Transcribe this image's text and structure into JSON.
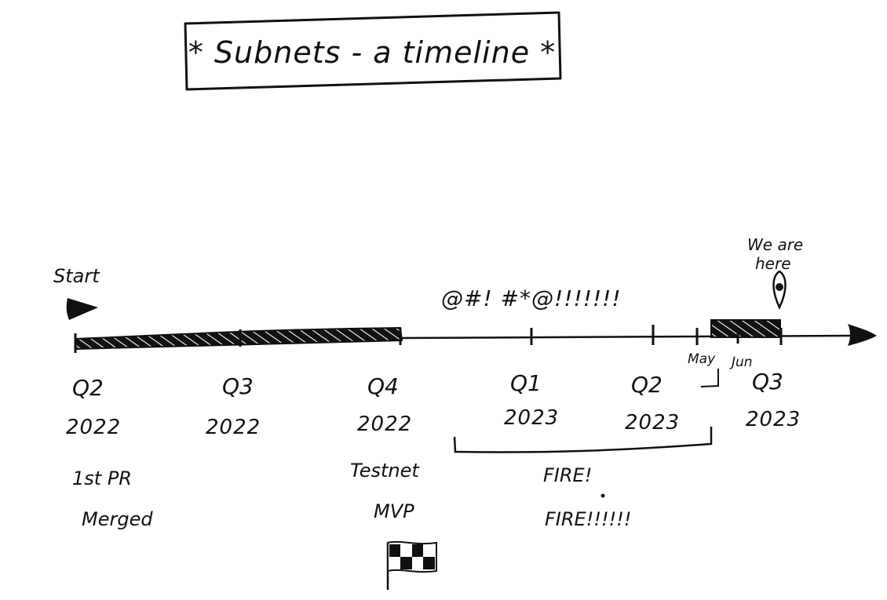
{
  "title": "* Subnets - a timeline *",
  "start_label": "Start",
  "current_marker": {
    "label_line1": "We are",
    "label_line2": "here"
  },
  "frustration_text": "@#! #*@!!!!!!!",
  "quarters": [
    {
      "q": "Q2",
      "year": "2022"
    },
    {
      "q": "Q3",
      "year": "2022"
    },
    {
      "q": "Q4",
      "year": "2022"
    },
    {
      "q": "Q1",
      "year": "2023"
    },
    {
      "q": "Q2",
      "year": "2023"
    },
    {
      "q": "Q3",
      "year": "2023"
    }
  ],
  "months": {
    "may": "May",
    "jun": "Jun"
  },
  "milestones": {
    "first_pr_line1": "1st PR",
    "first_pr_line2": "Merged",
    "testnet_line1": "Testnet",
    "testnet_line2": "MVP",
    "fire_line1": "FIRE!",
    "fire_line2": "FIRE!!!!!!"
  },
  "icons": {
    "start": "play-triangle-icon",
    "marker": "location-pin-icon",
    "flag": "checkered-flag-icon",
    "arrow": "arrowhead-icon"
  },
  "colors": {
    "ink": "#111111",
    "paper": "#ffffff"
  }
}
